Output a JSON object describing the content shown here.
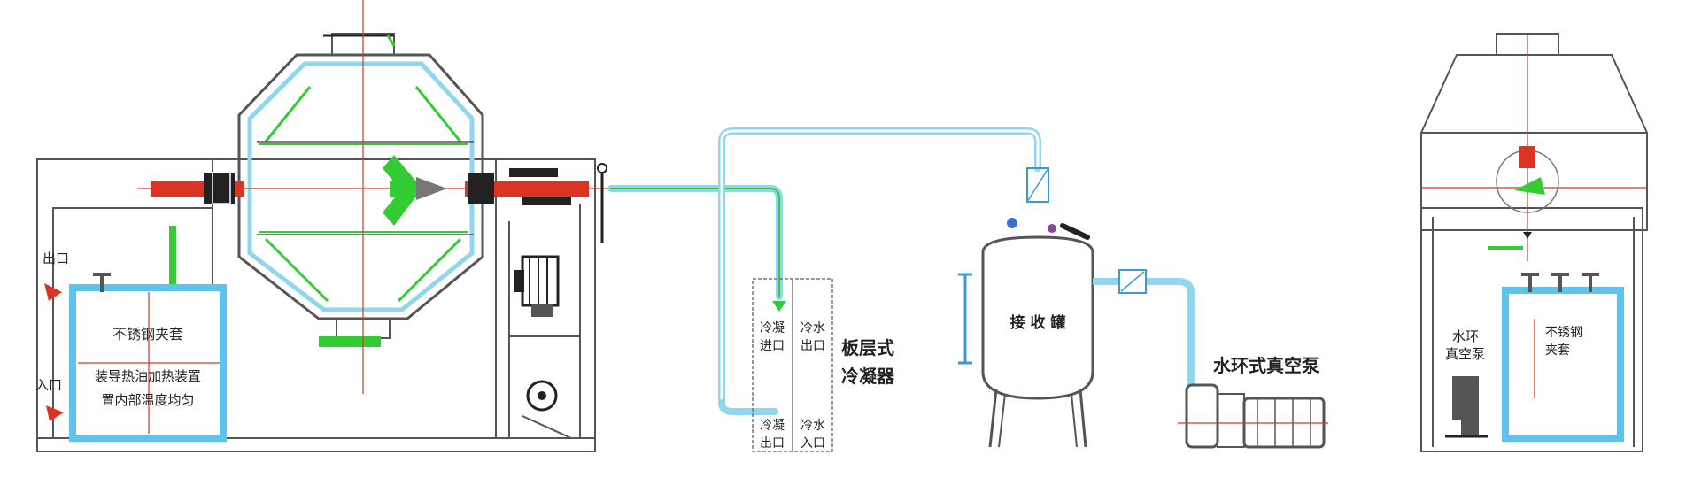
{
  "colors": {
    "frame": "#555555",
    "pipe_blue": "#8fd6ee",
    "pipe_blue_dark": "#3a9ad4",
    "green": "#33cc33",
    "red": "#dd3322",
    "tank_blue": "#5ec4ee"
  },
  "labels": {
    "tank_line1": "不锈钢夹套",
    "tank_line2a": "装导热油加热装置",
    "tank_line2b": "置内部温度均匀",
    "side_top": "出口",
    "side_bottom": "入口",
    "plate_c1_r1a": "冷凝",
    "plate_c1_r1b": "进口",
    "plate_c2_r1a": "冷水",
    "plate_c2_r1b": "出口",
    "plate_c1_r2a": "冷凝",
    "plate_c1_r2b": "出口",
    "plate_c2_r2a": "冷水",
    "plate_c2_r2b": "入口",
    "plate_name_1": "板层式",
    "plate_name_2": "冷凝器",
    "receiver": "接 收 罐",
    "pump": "水环式真空泵",
    "right_side_a": "水环",
    "right_side_b": "真空泵",
    "right_tank_1": "不锈钢",
    "right_tank_2": "夹套"
  }
}
